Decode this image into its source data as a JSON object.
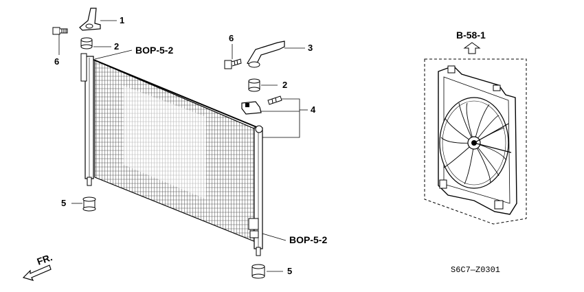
{
  "callouts": {
    "p1": "1",
    "p2a": "2",
    "p2b": "2",
    "p3": "3",
    "p4": "4",
    "p5a": "5",
    "p5b": "5",
    "p6a": "6",
    "p6b": "6"
  },
  "references": {
    "bop_top": "BOP-5-2",
    "bop_bottom": "BOP-5-2",
    "fan_ref": "B-58-1",
    "front": "FR."
  },
  "diagram_code": "S6C7—Z0301",
  "icons": {
    "direction_arrow": "front-direction-arrow-icon",
    "ref_arrow": "up-arrow-icon"
  }
}
